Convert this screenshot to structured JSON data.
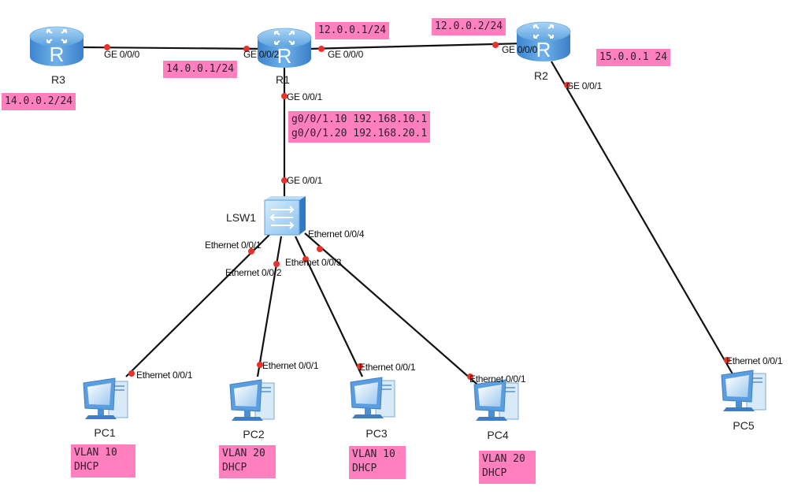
{
  "devices": {
    "r3": {
      "name": "R3",
      "type": "router",
      "glyph": "R"
    },
    "r1": {
      "name": "R1",
      "type": "router",
      "glyph": "R"
    },
    "r2": {
      "name": "R2",
      "type": "router",
      "glyph": "R"
    },
    "lsw1": {
      "name": "LSW1",
      "type": "switch"
    },
    "pc1": {
      "name": "PC1",
      "type": "pc"
    },
    "pc2": {
      "name": "PC2",
      "type": "pc"
    },
    "pc3": {
      "name": "PC3",
      "type": "pc"
    },
    "pc4": {
      "name": "PC4",
      "type": "pc"
    },
    "pc5": {
      "name": "PC5",
      "type": "pc"
    }
  },
  "links": [
    {
      "from": "R3",
      "from_port": "GE 0/0/0",
      "to": "R1",
      "to_port": "GE 0/0/2"
    },
    {
      "from": "R1",
      "from_port": "GE 0/0/0",
      "to": "R2",
      "to_port": "GE 0/0/0"
    },
    {
      "from": "R1",
      "from_port": "GE 0/0/1",
      "to": "LSW1",
      "to_port": "GE 0/0/1"
    },
    {
      "from": "R2",
      "from_port": "GE 0/0/1",
      "to": "PC5",
      "to_port": "Ethernet 0/0/1"
    },
    {
      "from": "LSW1",
      "from_port": "Ethernet 0/0/1",
      "to": "PC1",
      "to_port": "Ethernet 0/0/1"
    },
    {
      "from": "LSW1",
      "from_port": "Ethernet 0/0/2",
      "to": "PC2",
      "to_port": "Ethernet 0/0/1"
    },
    {
      "from": "LSW1",
      "from_port": "Ethernet 0/0/3",
      "to": "PC3",
      "to_port": "Ethernet 0/0/1"
    },
    {
      "from": "LSW1",
      "from_port": "Ethernet 0/0/4",
      "to": "PC4",
      "to_port": "Ethernet 0/0/1"
    }
  ],
  "notes": {
    "r3_ip": "14.0.0.2/24",
    "r1_g2_ip": "14.0.0.1/24",
    "r1_g0_ip": "12.0.0.1/24",
    "r2_g0_ip": "12.0.0.2/24",
    "r2_g1_ip": "15.0.0.1 24",
    "subif": "g0/0/1.10 192.168.10.1\ng0/0/1.20 192.168.20.1",
    "pc1": "VLAN 10\nDHCP",
    "pc2": "VLAN 20\nDHCP",
    "pc3": "VLAN 10\nDHCP",
    "pc4": "VLAN 20\nDHCP"
  },
  "colors": {
    "note_bg": "#ff7fbf",
    "port_dot": "#e8322a",
    "link": "#111111",
    "device_blue": "#4a90d6"
  }
}
